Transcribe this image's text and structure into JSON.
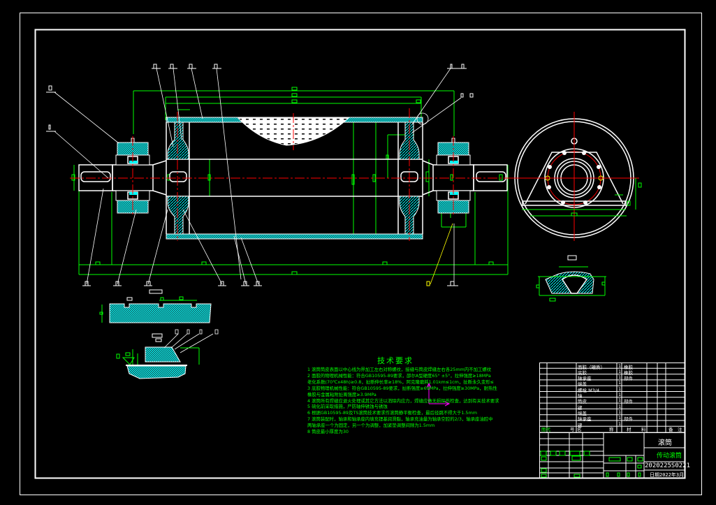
{
  "drawing": {
    "type": "CAD assembly drawing",
    "subject": "conveyor drive drum (pulley) assembly",
    "colors": {
      "background": "#000000",
      "outline": "#ffffff",
      "dimension": "#00ff00",
      "hatch": "#00ffff",
      "centerline": "#ff0000",
      "leader_alt": "#ffff00",
      "ucs": "#ff00ff"
    },
    "views": [
      {
        "name": "main-section-view",
        "description": "longitudinal section of drum with shaft and two bearing housings"
      },
      {
        "name": "end-view",
        "description": "end view of drum showing bearing seat and bolt circle"
      },
      {
        "name": "detail-weld-view",
        "description": "partial section detail of rim weld"
      },
      {
        "name": "detail-lagging-view",
        "description": "rubber lagging groove detail"
      },
      {
        "name": "detail-weld-joint-view",
        "description": "lagging edge joint detail"
      }
    ]
  },
  "requirements": {
    "title": "技术要求",
    "items": [
      "1 滚筒筒皮表面以中心线为界加工左右对称螺纹，接缝与筒皮焊缝左右各25mm内不加工螺纹",
      "2 面胶的物理机械性能：符合GB10595-89要求，邵尔A型硬度65° ±5°，拉伸强度≥18MPa",
      "   老化系数(70℃x48h)≥0.8，扯断伸长率≥18%，阿克隆磨耗1.01km≤1cm，扯断永久变形≤",
      "3 底胶物理机械性能：符合GB10595-89要求，扯断强度≥69MPa，拉伸强度≥30MPa，耐热性",
      "   橡胶与金属粘附扯离强度≥3.9MPa",
      "4 滚筒所有焊缝应退火处理或其它方法以消除内应力，焊缝应做无损探伤检查，达到有关技术要求",
      "5 硫化前采取措施，严防轴伸锈蚀与锈蚀",
      "6 根据GB10595-89及TS滚筒技术要求作滚筒静平衡检查，最后径跳不得大于1.5mm",
      "7 滚筒装配时，轴承和轴承座内填充锂基润滑脂，轴承充油量为轴承空腔的2/3，轴承座油腔中",
      "   两轴承座一个为固定，另一个为调整，加紧垫调整间隙为1.5mm",
      "8 筒皮最小厚度为30"
    ]
  },
  "parts_list": {
    "rows": [
      {
        "name": "面胶（硬质）",
        "qty": "1",
        "material": "橡胶"
      },
      {
        "name": "底胶",
        "qty": "1",
        "material": "橡胶"
      },
      {
        "name": "轴承座",
        "qty": "1",
        "material": "部件"
      },
      {
        "name": "端盖",
        "qty": "1",
        "material": ""
      },
      {
        "name": "螺栓 M3/4",
        "qty": "1",
        "material": ""
      },
      {
        "name": "轴",
        "qty": "1",
        "material": ""
      },
      {
        "name": "筒皮",
        "qty": "1",
        "material": "部件"
      },
      {
        "name": "键",
        "qty": "1",
        "material": ""
      },
      {
        "name": "端盖",
        "qty": "1",
        "material": ""
      },
      {
        "name": "轴承座",
        "qty": "1",
        "material": "部件"
      },
      {
        "name": "键",
        "qty": "1",
        "material": ""
      }
    ],
    "header": {
      "code": "图代",
      "seq": "号",
      "name": "名",
      "name2": "称",
      "material": "材",
      "material2": "料",
      "remark": "备",
      "remark2": "注"
    }
  },
  "title_block": {
    "title": "滚筒",
    "designation": "传动滚筒",
    "drawing_number": "2020225S0221",
    "date_label": "日期",
    "date": "2022年3月"
  }
}
